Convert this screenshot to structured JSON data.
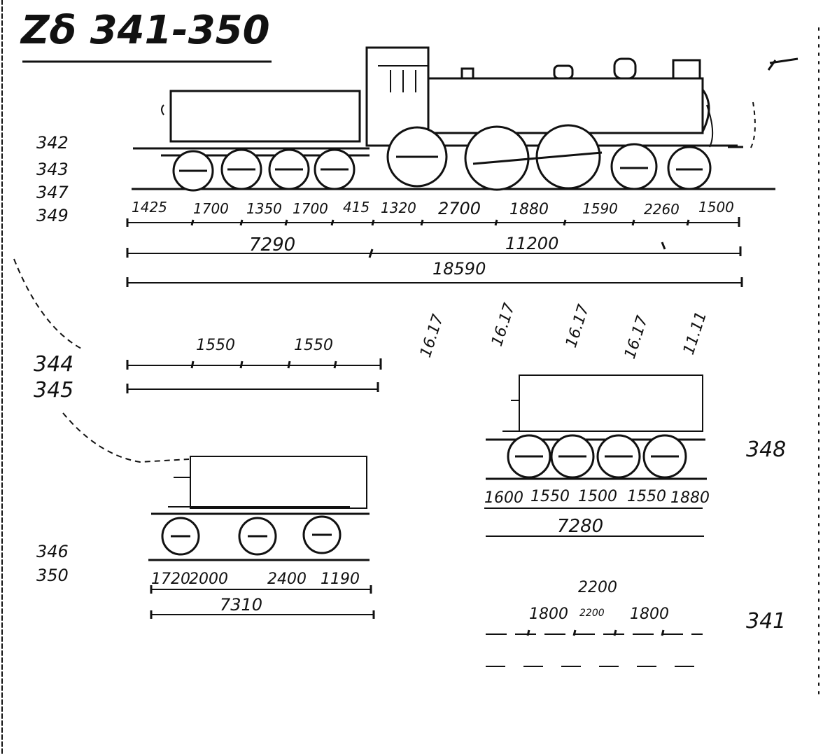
{
  "title": "Zδ 341-350",
  "side_labels_top": [
    "342",
    "343",
    "347",
    "349"
  ],
  "side_labels_mid": [
    "344",
    "345"
  ],
  "side_labels_low": [
    "346",
    "350"
  ],
  "label_348": "348",
  "label_341": "341",
  "main_dims": [
    "1425",
    "1700",
    "1350",
    "1700",
    "415",
    "1320",
    "2700",
    "1880",
    "1590",
    "2260",
    "1500"
  ],
  "tender_length": "7290",
  "engine_length": "11200",
  "total_length": "18590",
  "axle_loads": [
    "16.17",
    "16.17",
    "16.17",
    "16.17",
    "11.11"
  ],
  "dims_344": [
    "1550",
    "1550"
  ],
  "dims_346": [
    "1720",
    "2000",
    "2400",
    "1190"
  ],
  "length_346": "7310",
  "dims_348": [
    "1600",
    "1550",
    "1500",
    "1550",
    "1880"
  ],
  "length_348": "7280",
  "dims_341_top": "2200",
  "dims_341": [
    "1800",
    "2200",
    "1800"
  ]
}
